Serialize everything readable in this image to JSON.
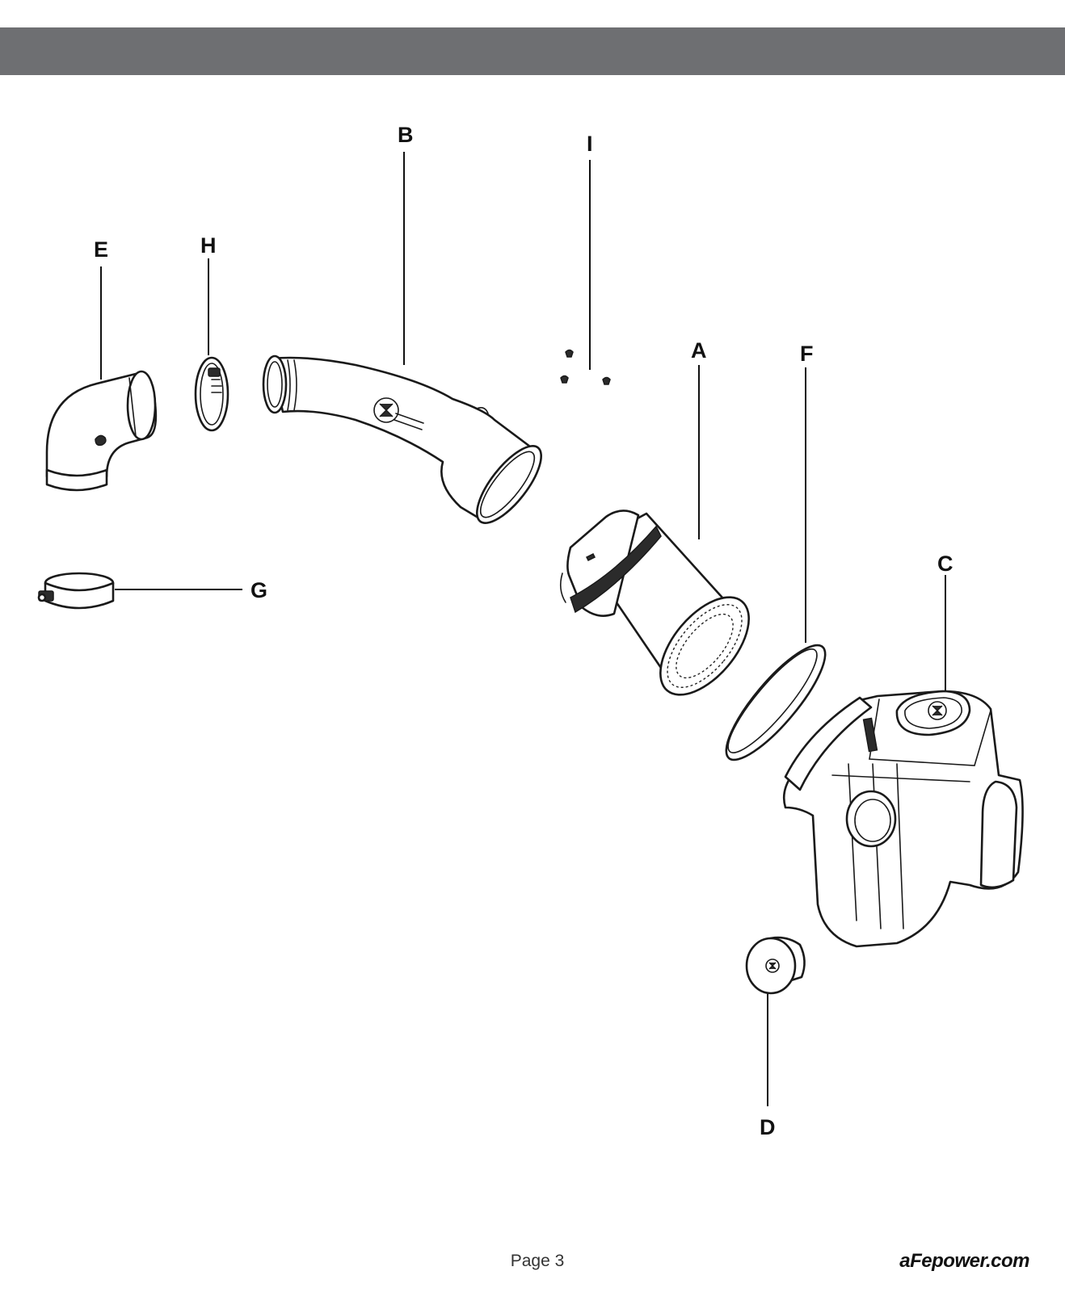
{
  "header": {
    "bar_color": "#6e6f72"
  },
  "callouts": {
    "A": "A",
    "B": "B",
    "C": "C",
    "D": "D",
    "E": "E",
    "F": "F",
    "G": "G",
    "H": "H",
    "I": "I"
  },
  "footer": {
    "page_label": "Page 3",
    "site_url": "aFepower.com"
  }
}
